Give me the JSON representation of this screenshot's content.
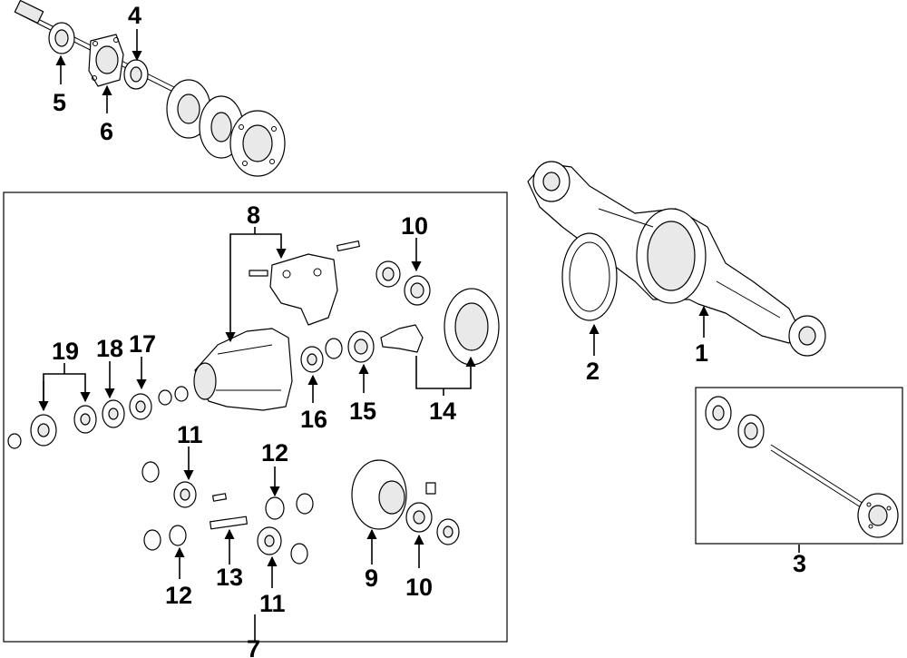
{
  "callouts": {
    "c1": "1",
    "c2": "2",
    "c3": "3",
    "c4": "4",
    "c5": "5",
    "c6": "6",
    "c7": "7",
    "c8": "8",
    "c9": "9",
    "c10a": "10",
    "c10b": "10",
    "c11a": "11",
    "c11b": "11",
    "c12a": "12",
    "c12b": "12",
    "c13": "13",
    "c14": "14",
    "c15": "15",
    "c16": "16",
    "c17": "17",
    "c18": "18",
    "c19": "19"
  },
  "colors": {
    "line": "#000000",
    "background": "#ffffff"
  }
}
